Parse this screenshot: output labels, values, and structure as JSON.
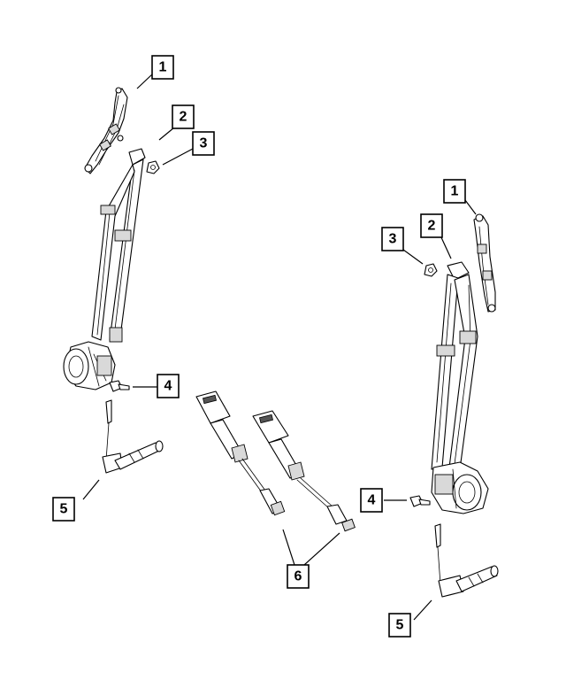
{
  "callouts": {
    "c1_left": "1",
    "c2_left": "2",
    "c3_left": "3",
    "c4_left": "4",
    "c5_left": "5",
    "c6_center": "6",
    "c1_right": "1",
    "c2_right": "2",
    "c3_right": "3",
    "c4_right": "4",
    "c5_right": "5"
  },
  "colors": {
    "line": "#000000",
    "background": "#ffffff"
  }
}
